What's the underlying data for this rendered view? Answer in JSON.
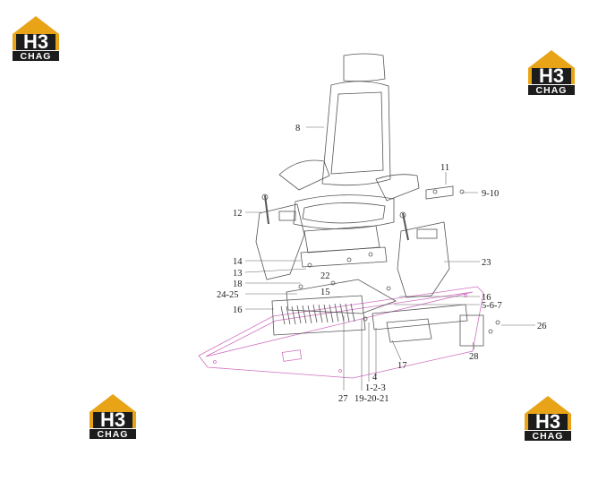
{
  "brand": {
    "logo_mark": "H3",
    "logo_word": "CHAG",
    "colors": {
      "gold": "#E8A317",
      "dark": "#1c1c1c",
      "white": "#ffffff"
    }
  },
  "diagram": {
    "accent_color": "#d070c0",
    "line_color": "#555555",
    "callouts": [
      {
        "id": "c8",
        "text": "8"
      },
      {
        "id": "c11",
        "text": "11"
      },
      {
        "id": "c9-10",
        "text": "9-10"
      },
      {
        "id": "c12",
        "text": "12"
      },
      {
        "id": "c23",
        "text": "23"
      },
      {
        "id": "c14",
        "text": "14"
      },
      {
        "id": "c13",
        "text": "13"
      },
      {
        "id": "c22",
        "text": "22"
      },
      {
        "id": "c18",
        "text": "18"
      },
      {
        "id": "c15",
        "text": "15"
      },
      {
        "id": "c24-25",
        "text": "24-25"
      },
      {
        "id": "c16-right",
        "text": "16"
      },
      {
        "id": "c5-6-7",
        "text": "5-6-7"
      },
      {
        "id": "c16-left",
        "text": "16"
      },
      {
        "id": "c26",
        "text": "26"
      },
      {
        "id": "c28",
        "text": "28"
      },
      {
        "id": "c17",
        "text": "17"
      },
      {
        "id": "c4",
        "text": "4"
      },
      {
        "id": "c1-2-3",
        "text": "1-2-3"
      },
      {
        "id": "c27",
        "text": "27"
      },
      {
        "id": "c19-20-21",
        "text": "19-20-21"
      }
    ]
  }
}
